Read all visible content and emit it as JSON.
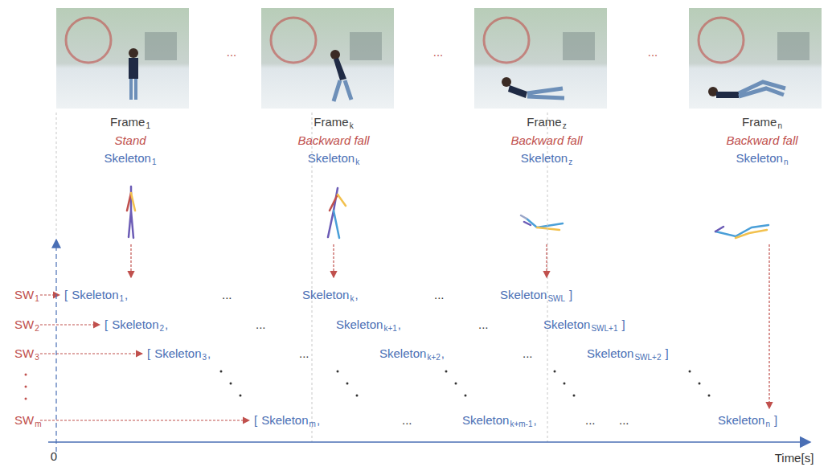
{
  "diagram": {
    "labels": [
      "Frame",
      "1",
      "Stand",
      "Skeleton",
      "1",
      "...",
      "Frame",
      "k",
      "Backward fall",
      "Skeleton",
      "k",
      "...",
      "Frame",
      "z",
      "Backward fall",
      "Skeleton",
      "z",
      "...",
      "Frame",
      "n",
      "Backward fall",
      "Skeleton",
      "n",
      "SW",
      "1",
      "SW",
      "2",
      "SW",
      "3",
      "SW",
      "m",
      "[",
      "Skeleton",
      "1",
      ",",
      "...",
      "Skeleton",
      "k",
      ",",
      "...",
      "Skeleton",
      "SWL",
      "]",
      "[",
      "Skeleton",
      "2",
      ",",
      "...",
      "Skeleton",
      "k+1",
      ",",
      "...",
      "Skeleton",
      "SWL+1",
      "]",
      "[",
      "Skeleton",
      "3",
      ",",
      "...",
      "Skeleton",
      "k+2",
      ",",
      "...",
      "Skeleton",
      "SWL+2",
      "]",
      "[",
      "Skeleton",
      "m",
      ",",
      "...",
      "Skeleton",
      "k+m-1",
      ",",
      "...",
      "...",
      "Skeleton",
      "n",
      "]",
      "0",
      "Time[s]"
    ]
  }
}
